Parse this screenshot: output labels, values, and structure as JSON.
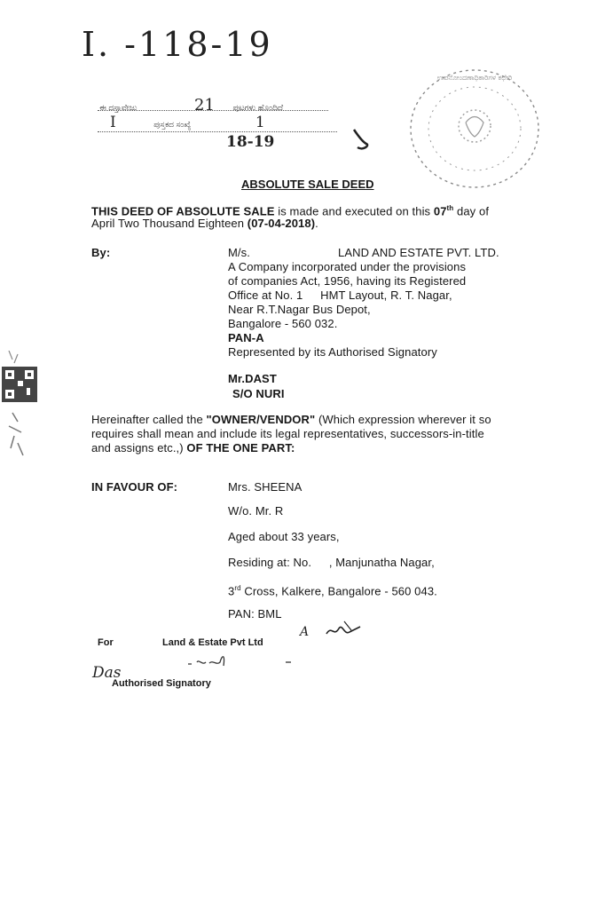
{
  "header": {
    "registration_number": "I. -118-19",
    "endorsement_kannada_prefix": "ಈ ದಸ್ತಾವೇಜು",
    "endorsement_kannada_suffix": "ಪುಟಗಳು ಹೊಂದಿದೆ",
    "endorsement_pages": "21",
    "endorsement_line2_prefix": "ಪುಸ್ತಕದ ಸಂಖ್ಯೆ",
    "endorsement_line2_book": "I",
    "endorsement_line2_page": "1",
    "endorsement_year": "18-19",
    "stamp_text": "ಉಪನೋಂದಣಾಧಿಕಾರಿಗಳ ಕಛೇರಿ"
  },
  "title": "ABSOLUTE SALE DEED",
  "intro": {
    "bold_lead": "THIS DEED OF ABSOLUTE SALE",
    "text_a": " is made and executed on this ",
    "day": "07",
    "day_suffix": "th",
    "text_b": " day of",
    "line2": "April Two Thousand Eighteen ",
    "date": "(07-04-2018)",
    "end": "."
  },
  "vendor": {
    "label": "By:",
    "name_prefix": "M/s.",
    "name": "LAND AND ESTATE PVT. LTD.",
    "lines": [
      "A Company incorporated under the provisions",
      "of companies Act, 1956, having its Registered",
      "Office at No. 1",
      "HMT Layout, R. T. Nagar,",
      "Near R.T.Nagar Bus Depot,",
      "Bangalore - 560 032."
    ],
    "pan": "PAN-A",
    "represented": "Represented by its Authorised Signatory",
    "signatory": "Mr.DAST",
    "signatory_parent": "S/O NURI"
  },
  "hereinafter": {
    "text1": "Hereinafter called the ",
    "bold": "\"OWNER/VENDOR\"",
    "text2": " (Which expression wherever it so",
    "line2": "requires shall mean and include its legal representatives, successors-in-title",
    "line3": "and assigns etc.,) ",
    "bold_end": "OF THE ONE PART:"
  },
  "purchaser": {
    "label": "IN FAVOUR OF:",
    "name": "Mrs.  SHEENA",
    "wife_of": "W/o. Mr. R",
    "age": "Aged about 33 years,",
    "residing": "Residing at: No.",
    "residing_place": ", Manjunatha Nagar,",
    "address2_prefix": "3",
    "address2_sup": "rd",
    "address2": " Cross, Kalkere, Bangalore - 560 043.",
    "pan": "PAN: BML"
  },
  "footer_stamp": {
    "for": "For",
    "company": "Land & Estate Pvt Ltd",
    "role": "Authorised Signatory",
    "initials": "Das",
    "scribble": "A"
  },
  "colors": {
    "ink": "#161616",
    "stamp": "#8a8a8a"
  }
}
